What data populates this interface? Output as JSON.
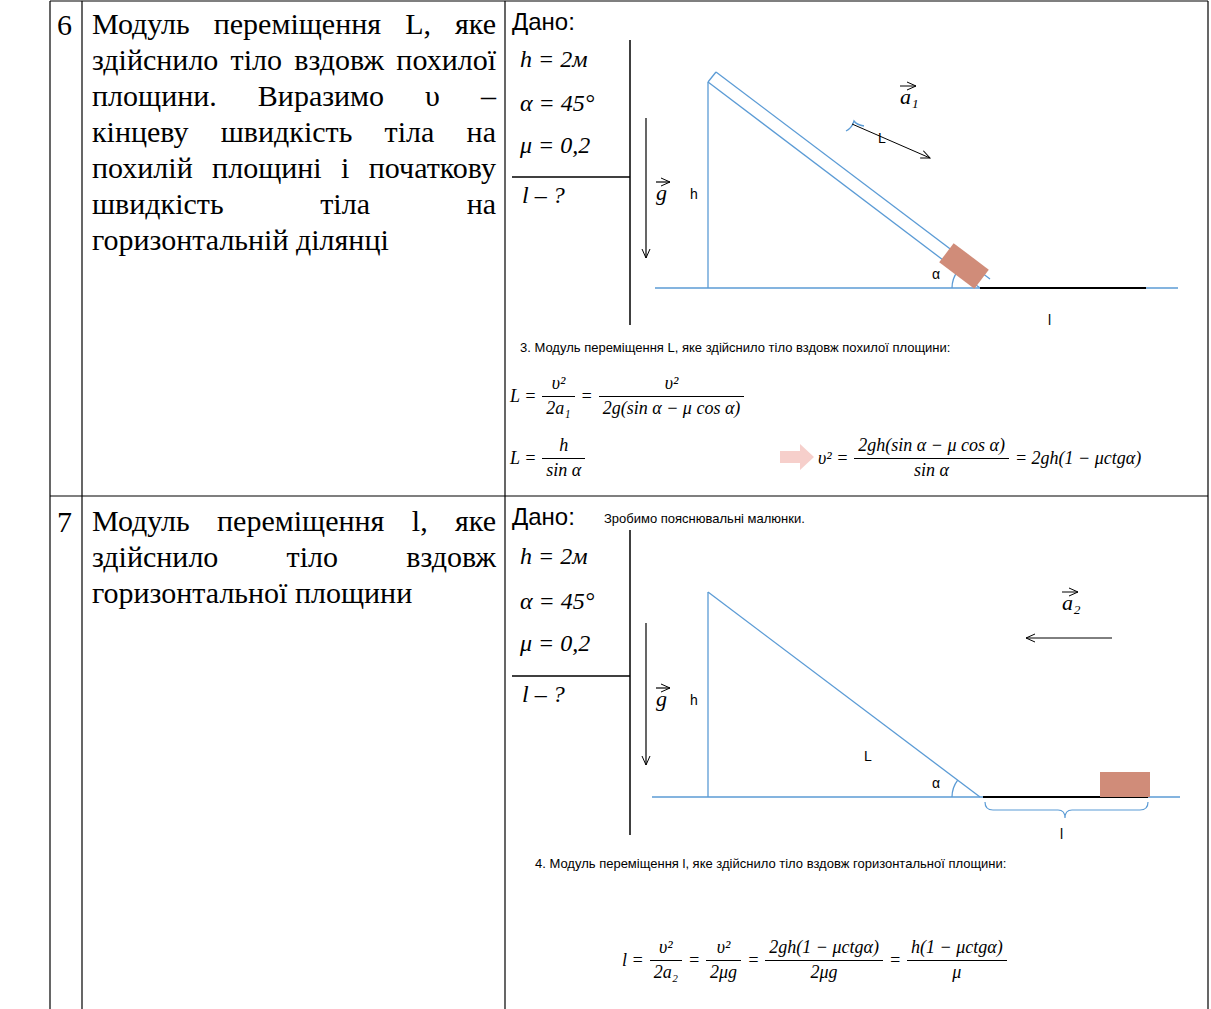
{
  "diagram": {
    "labels": [
      "6",
      "Модуль переміщення L, яке здійснило тіло вздовж похилої площини. Виразимо υ – кінцеву швидкість тіла на похилій площині і початкову швидкість тіла на горизонтальній ділянці",
      "Дано:",
      "h = 2м",
      "α = 45°",
      "μ = 0,2",
      "l – ?",
      "g",
      "h",
      "a₁",
      "L",
      "α",
      "l",
      "3. Модуль переміщення L, яке здійснило тіло вздовж похилої площини:",
      "L =",
      "υ²",
      "2a₁",
      "=",
      "υ²",
      "2g(sin α − μ cos α)",
      "L =",
      "h",
      "sin α",
      "υ² =",
      "2gh(sin α − μ cos α)",
      "sin α",
      "= 2gh(1 − μctgα)",
      "7",
      "Модуль переміщення l, яке здійснило тіло вздовж горизонтальної площини",
      "Дано:",
      "Зробимо пояснювальні малюнки.",
      "h = 2м",
      "α = 45°",
      "μ = 0,2",
      "l – ?",
      "g",
      "h",
      "a₂",
      "L",
      "α",
      "l",
      "4. Модуль переміщення l, яке здійснило тіло вздовж горизонтальної площини:",
      "l =",
      "υ²",
      "2a₂",
      "=",
      "υ²",
      "2μg",
      "=",
      "2gh(1 − μctgα)",
      "2μg",
      "=",
      "h(1 − μctgα)",
      "μ"
    ]
  }
}
